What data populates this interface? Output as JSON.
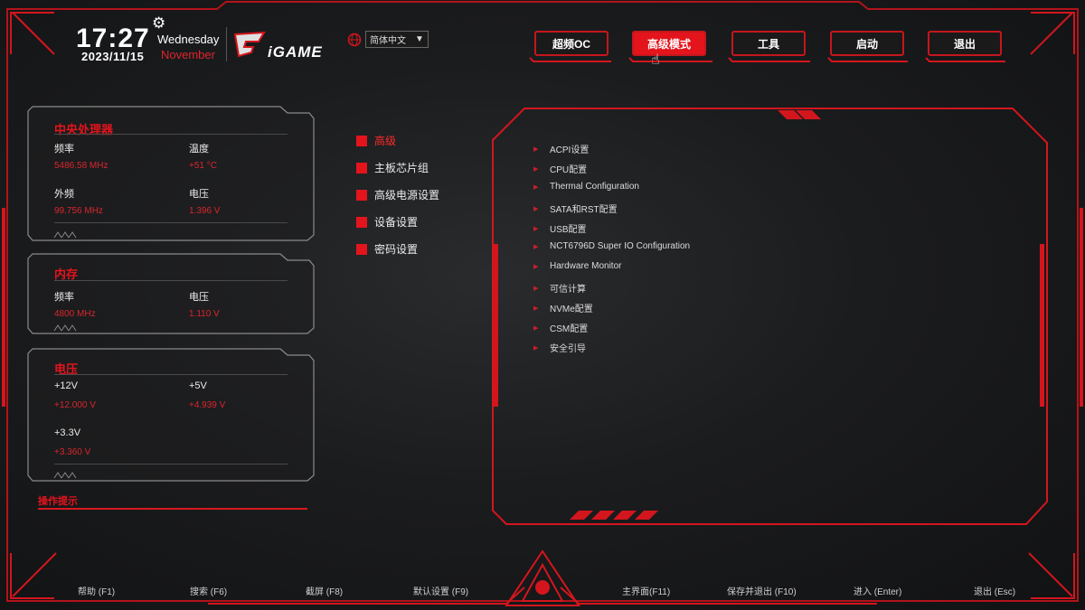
{
  "header": {
    "time": "17:27",
    "date": "2023/11/15",
    "weekday": "Wednesday",
    "month": "November",
    "brand": "iGAME",
    "language": "简体中文"
  },
  "top_nav": [
    {
      "label": "超频OC",
      "active": false
    },
    {
      "label": "高级模式",
      "active": true
    },
    {
      "label": "工具",
      "active": false
    },
    {
      "label": "启动",
      "active": false
    },
    {
      "label": "退出",
      "active": false
    }
  ],
  "cpu": {
    "title": "中央处理器",
    "freq_label": "频率",
    "freq_value": "5486.58 MHz",
    "temp_label": "温度",
    "temp_value": "+51 °C",
    "bclk_label": "外频",
    "bclk_value": "99.756 MHz",
    "volt_label": "电压",
    "volt_value": "1.396 V"
  },
  "memory": {
    "title": "内存",
    "freq_label": "频率",
    "freq_value": "4800 MHz",
    "volt_label": "电压",
    "volt_value": "1.110 V"
  },
  "voltage": {
    "title": "电压",
    "v12_label": "+12V",
    "v12_value": "+12.000 V",
    "v5_label": "+5V",
    "v5_value": "+4.939 V",
    "v33_label": "+3.3V",
    "v33_value": "+3.360 V"
  },
  "hint_title": "操作提示",
  "menu": [
    {
      "label": "高级",
      "active": true
    },
    {
      "label": "主板芯片组",
      "active": false
    },
    {
      "label": "高级电源设置",
      "active": false
    },
    {
      "label": "设备设置",
      "active": false
    },
    {
      "label": "密码设置",
      "active": false
    }
  ],
  "submenu": [
    "ACPI设置",
    "CPU配置",
    "Thermal Configuration",
    "SATA和RST配置",
    "USB配置",
    "NCT6796D Super IO Configuration",
    "Hardware Monitor",
    "可信计算",
    "NVMe配置",
    "CSM配置",
    "安全引导"
  ],
  "footer": [
    "帮助 (F1)",
    "搜索 (F6)",
    "截屏 (F8)",
    "默认设置 (F9)",
    "主界面(F11)",
    "保存并退出 (F10)",
    "进入 (Enter)",
    "退出 (Esc)"
  ],
  "colors": {
    "accent": "#e4141c",
    "background": "#1b1c1e"
  }
}
